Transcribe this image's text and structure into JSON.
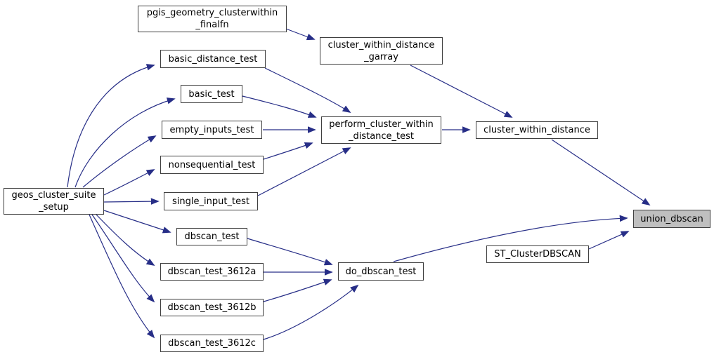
{
  "diagram": {
    "type": "call-graph",
    "colors": {
      "edge": "#272e87",
      "node_border": "#3f3f3f",
      "node_fill": "#ffffff",
      "highlighted_node_fill": "#bfbfbf",
      "background": "#ffffff",
      "text": "#000000"
    },
    "nodes": [
      {
        "id": "pgis_geometry_clusterwithin_finalfn",
        "label": "pgis_geometry_clusterwithin\n_finalfn",
        "highlighted": false
      },
      {
        "id": "cluster_within_distance_garray",
        "label": "cluster_within_distance\n_garray",
        "highlighted": false
      },
      {
        "id": "basic_distance_test",
        "label": "basic_distance_test",
        "highlighted": false
      },
      {
        "id": "basic_test",
        "label": "basic_test",
        "highlighted": false
      },
      {
        "id": "empty_inputs_test",
        "label": "empty_inputs_test",
        "highlighted": false
      },
      {
        "id": "perform_cluster_within_distance_test",
        "label": "perform_cluster_within\n_distance_test",
        "highlighted": false
      },
      {
        "id": "cluster_within_distance",
        "label": "cluster_within_distance",
        "highlighted": false
      },
      {
        "id": "nonsequential_test",
        "label": "nonsequential_test",
        "highlighted": false
      },
      {
        "id": "geos_cluster_suite_setup",
        "label": "geos_cluster_suite\n_setup",
        "highlighted": false
      },
      {
        "id": "single_input_test",
        "label": "single_input_test",
        "highlighted": false
      },
      {
        "id": "union_dbscan",
        "label": "union_dbscan",
        "highlighted": true
      },
      {
        "id": "dbscan_test",
        "label": "dbscan_test",
        "highlighted": false
      },
      {
        "id": "ST_ClusterDBSCAN",
        "label": "ST_ClusterDBSCAN",
        "highlighted": false
      },
      {
        "id": "do_dbscan_test",
        "label": "do_dbscan_test",
        "highlighted": false
      },
      {
        "id": "dbscan_test_3612a",
        "label": "dbscan_test_3612a",
        "highlighted": false
      },
      {
        "id": "dbscan_test_3612b",
        "label": "dbscan_test_3612b",
        "highlighted": false
      },
      {
        "id": "dbscan_test_3612c",
        "label": "dbscan_test_3612c",
        "highlighted": false
      }
    ],
    "edges": [
      {
        "from": "pgis_geometry_clusterwithin_finalfn",
        "to": "cluster_within_distance_garray"
      },
      {
        "from": "cluster_within_distance_garray",
        "to": "cluster_within_distance"
      },
      {
        "from": "basic_distance_test",
        "to": "perform_cluster_within_distance_test"
      },
      {
        "from": "basic_test",
        "to": "perform_cluster_within_distance_test"
      },
      {
        "from": "empty_inputs_test",
        "to": "perform_cluster_within_distance_test"
      },
      {
        "from": "nonsequential_test",
        "to": "perform_cluster_within_distance_test"
      },
      {
        "from": "single_input_test",
        "to": "perform_cluster_within_distance_test"
      },
      {
        "from": "perform_cluster_within_distance_test",
        "to": "cluster_within_distance"
      },
      {
        "from": "cluster_within_distance",
        "to": "union_dbscan"
      },
      {
        "from": "geos_cluster_suite_setup",
        "to": "basic_distance_test"
      },
      {
        "from": "geos_cluster_suite_setup",
        "to": "basic_test"
      },
      {
        "from": "geos_cluster_suite_setup",
        "to": "empty_inputs_test"
      },
      {
        "from": "geos_cluster_suite_setup",
        "to": "nonsequential_test"
      },
      {
        "from": "geos_cluster_suite_setup",
        "to": "single_input_test"
      },
      {
        "from": "geos_cluster_suite_setup",
        "to": "dbscan_test"
      },
      {
        "from": "geos_cluster_suite_setup",
        "to": "dbscan_test_3612a"
      },
      {
        "from": "geos_cluster_suite_setup",
        "to": "dbscan_test_3612b"
      },
      {
        "from": "geos_cluster_suite_setup",
        "to": "dbscan_test_3612c"
      },
      {
        "from": "dbscan_test",
        "to": "do_dbscan_test"
      },
      {
        "from": "dbscan_test_3612a",
        "to": "do_dbscan_test"
      },
      {
        "from": "dbscan_test_3612b",
        "to": "do_dbscan_test"
      },
      {
        "from": "dbscan_test_3612c",
        "to": "do_dbscan_test"
      },
      {
        "from": "do_dbscan_test",
        "to": "union_dbscan"
      },
      {
        "from": "ST_ClusterDBSCAN",
        "to": "union_dbscan"
      }
    ]
  }
}
